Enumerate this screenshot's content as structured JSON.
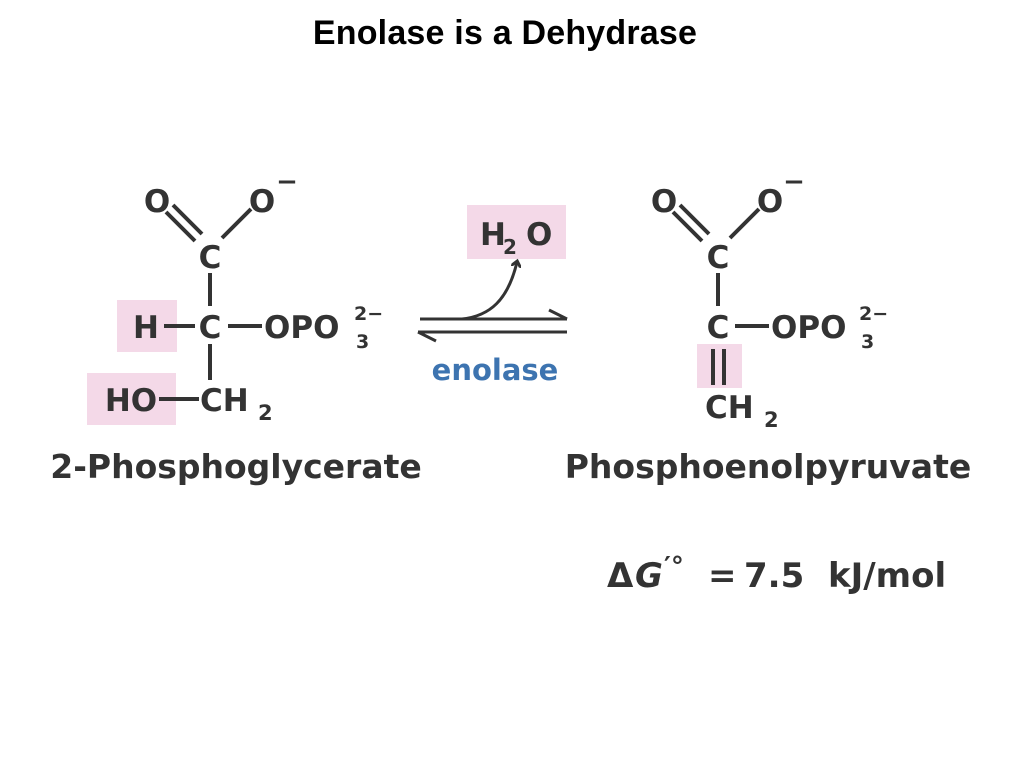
{
  "title": "Enolase is a Dehydrase",
  "colors": {
    "highlight": "#f4d9e8",
    "enzyme": "#3d74b0",
    "ink": "#333333"
  },
  "reactant": {
    "name": "2-Phosphoglycerate",
    "o_double": "O",
    "o_minus": "O",
    "charge_minus": "−",
    "carboxyl_c": "C",
    "h": "H",
    "center_c": "C",
    "opo": "OPO",
    "opo_sub": "3",
    "opo_sup": "2−",
    "ho": "HO",
    "ch": "CH",
    "ch_sub": "2"
  },
  "reaction": {
    "water_h": "H",
    "water_sub": "2",
    "water_o": "O",
    "enzyme": "enolase"
  },
  "product": {
    "name": "Phosphoenolpyruvate",
    "o_double": "O",
    "o_minus": "O",
    "charge_minus": "−",
    "carboxyl_c": "C",
    "center_c": "C",
    "opo": "OPO",
    "opo_sub": "3",
    "opo_sup": "2−",
    "ch": "CH",
    "ch_sub": "2"
  },
  "energy": {
    "delta": "Δ",
    "g": "G",
    "prime_deg": "′°",
    "equals": "=",
    "value": "7.5",
    "unit": "kJ/mol"
  }
}
